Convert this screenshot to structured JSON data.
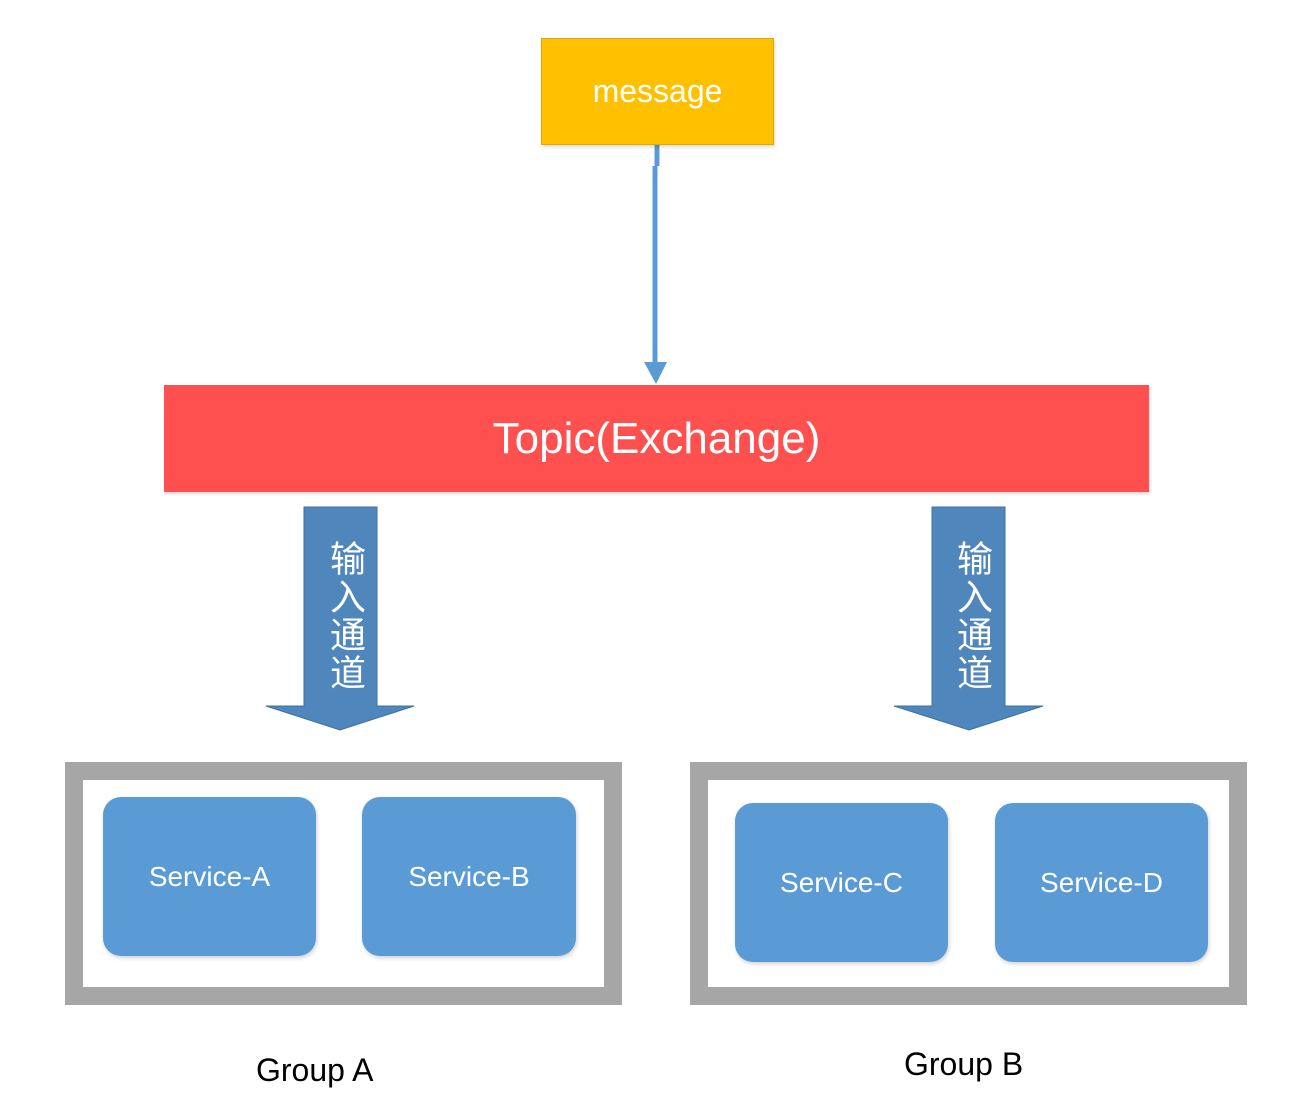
{
  "message": {
    "label": "message"
  },
  "topic": {
    "label": "Topic(Exchange)"
  },
  "channels": [
    {
      "label": "输入通道"
    },
    {
      "label": "输入通道"
    }
  ],
  "groups": [
    {
      "label": "Group A",
      "services": [
        "Service-A",
        "Service-B"
      ]
    },
    {
      "label": "Group B",
      "services": [
        "Service-C",
        "Service-D"
      ]
    }
  ],
  "colors": {
    "message_fill": "#FFC000",
    "topic_fill": "#FF5050",
    "service_fill": "#5B9BD5",
    "arrow_fill": "#4F86BC",
    "connector_line": "#5B9BD5",
    "group_border": "#A6A6A6"
  }
}
